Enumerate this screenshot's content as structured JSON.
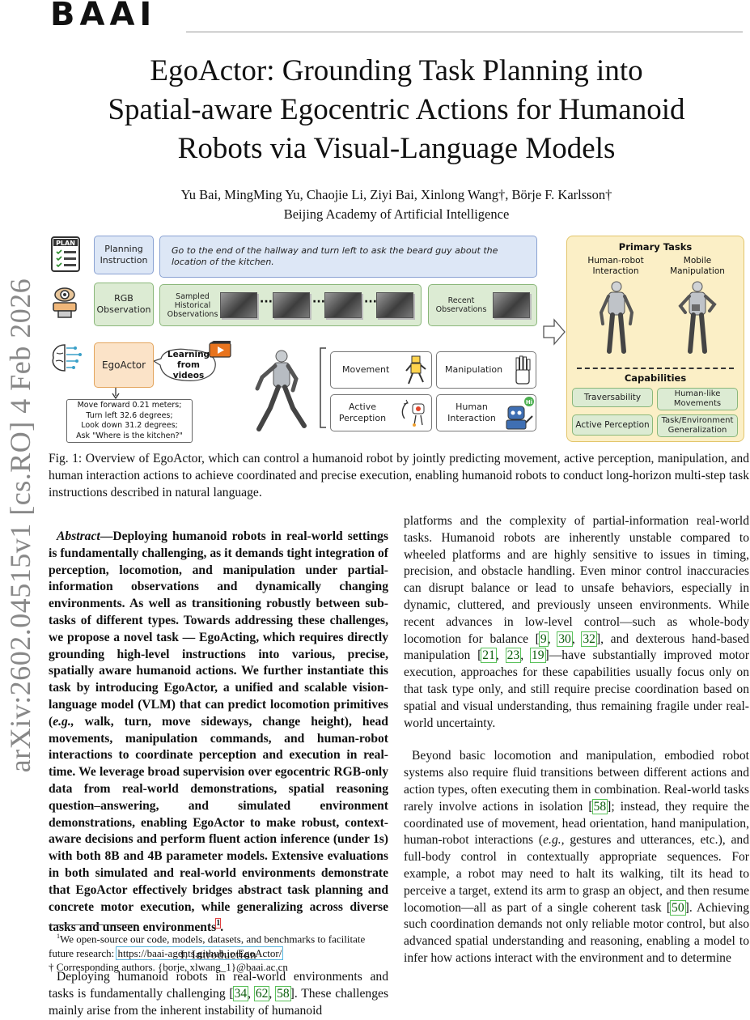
{
  "header": {
    "logo": "BAAI"
  },
  "margin": {
    "arxiv": "arXiv:2602.04515v1  [cs.RO]  4 Feb 2026"
  },
  "paper": {
    "title_line1": "EgoActor: Grounding Task Planning into",
    "title_line2": "Spatial-aware Egocentric Actions for Humanoid",
    "title_line3": "Robots via Visual-Language Models",
    "authors": "Yu Bai, MingMing Yu, Chaojie Li, Ziyi Bai, Xinlong Wang†, Börje F. Karlsson†",
    "affiliation": "Beijing Academy of Artificial Intelligence"
  },
  "figure": {
    "plan_label": "PLAN",
    "planning_instruction": "Planning Instruction",
    "instruction_text": "Go to the end of the hallway and turn left to ask the beard guy about the location of the kitchen.",
    "rgb_observation": "RGB Observation",
    "sampled_historical": "Sampled Historical Observations",
    "recent_observations": "Recent Observations",
    "egoactor": "EgoActor",
    "learning_from_videos": "Learning from videos",
    "commands": [
      "Move forward 0.21 meters;",
      "Turn left 32.6 degrees;",
      "Look down 31.2 degrees;",
      "Ask \"Where is the kitchen?\""
    ],
    "movement": "Movement",
    "manipulation": "Manipulation",
    "active_perception": "Active Perception",
    "human_interaction": "Human Interaction",
    "primary_tasks": "Primary Tasks",
    "hri": "Human-robot Interaction",
    "mobile_manipulation": "Mobile Manipulation",
    "capabilities": "Capabilities",
    "traversability": "Traversability",
    "human_like": "Human-like Movements",
    "active_perception_cap": "Active Perception",
    "generalization": "Task/Environment Generalization",
    "hi_bubble": "Hi"
  },
  "caption": "Fig. 1: Overview of EgoActor, which can control a humanoid robot by jointly predicting movement, active perception, manipulation, and human interaction actions to achieve coordinated and precise execution, enabling humanoid robots to conduct long-horizon multi-step task instructions described in natural language.",
  "abstract": {
    "label": "Abstract",
    "text": "—Deploying humanoid robots in real-world settings is fundamentally challenging, as it demands tight integration of perception, locomotion, and manipulation under partial-information observations and dynamically changing environments. As well as transitioning robustly between sub-tasks of different types. Towards addressing these challenges, we propose a novel task — EgoActing, which requires directly grounding high-level instructions into various, precise, spatially aware humanoid actions. We further instantiate this task by introducing EgoActor, a unified and scalable vision-language model (VLM) that can predict locomotion primitives (",
    "eg": "e.g.,",
    "text2": " walk, turn, move sideways, change height), head movements, manipulation commands, and human-robot interactions to coordinate perception and execution in real-time. We leverage broad supervision over egocentric RGB-only data from real-world demonstrations, spatial reasoning question–answering, and simulated environment demonstrations, enabling EgoActor to make robust, context-aware decisions and perform fluent action inference (under 1s) with both 8B and 4B parameter models. Extensive evaluations in both simulated and real-world environments demonstrate that EgoActor effectively bridges abstract task planning and concrete motor execution, while generalizing across diverse tasks and unseen environments",
    "fn": "1",
    "end": "."
  },
  "intro": {
    "heading": "I. Introduction",
    "p1a": "Deploying humanoid robots in real-world environments and tasks is fundamentally challenging [",
    "c1": "34",
    "c2": "62",
    "c3": "58",
    "p1b": "]. These challenges mainly arise from the inherent instability of humanoid"
  },
  "footnotes": {
    "f1a": "We open-source our code, models, datasets, and benchmarks to facilitate future research: ",
    "f1_url": "https://baai-agents.github.io/EgoActor/",
    "f1_mark": "1",
    "f2": "† Corresponding authors. {borje, xlwang_1}@baai.ac.cn"
  },
  "right_col": {
    "p1a": "platforms and the complexity of partial-information real-world tasks. Humanoid robots are inherently unstable compared to wheeled platforms and are highly sensitive to issues in timing, precision, and obstacle handling. Even minor control inaccuracies can disrupt balance or lead to unsafe behaviors, especially in dynamic, cluttered, and previously unseen environments. While recent advances in low-level control—such as whole-body locomotion for balance [",
    "c9": "9",
    "c30": "30",
    "c32": "32",
    "p1b": "], and dexterous hand-based manipulation [",
    "c21": "21",
    "c23": "23",
    "c19": "19",
    "p1c": "]—have substantially improved motor execution, approaches for these capabilities usually focus only on that task type only, and still require precise coordination based on spatial and visual understanding, thus remaining fragile under real-world uncertainty.",
    "p2a": "Beyond basic locomotion and manipulation, embodied robot systems also require fluid transitions between different actions and action types, often executing them in combination. Real-world tasks rarely involve actions in isolation [",
    "c58": "58",
    "p2b": "]; instead, they require the coordinated use of movement, head orientation, hand manipulation, human-robot interactions (",
    "eg": "e.g.,",
    "p2c": " gestures and utterances, etc.), and full-body control in contextually appropriate sequences. For example, a robot may need to halt its walking, tilt its head to perceive a target, extend its arm to grasp an object, and then resume locomotion—all as part of a single coherent task [",
    "c50": "50",
    "p2d": "]. Achieving such coordination demands not only reliable motor control, but also advanced spatial understanding and reasoning, enabling a model to infer how actions interact with the environment and to determine"
  }
}
